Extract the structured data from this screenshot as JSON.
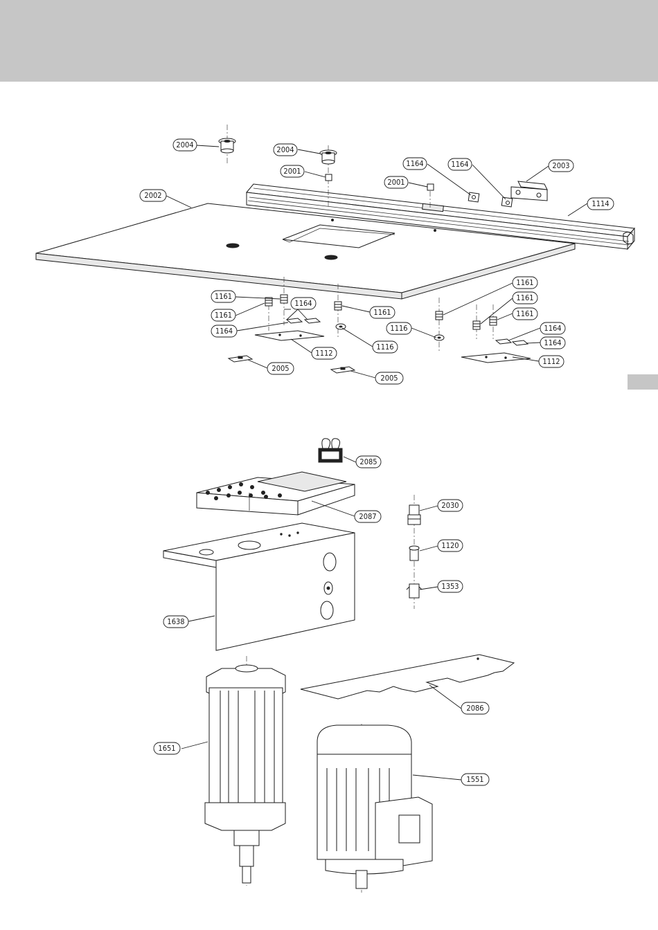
{
  "callouts": {
    "t_2004a": "2004",
    "t_2004b": "2004",
    "t_2001a": "2001",
    "t_2001b": "2001",
    "t_1164a": "1164",
    "t_1164b": "1164",
    "t_2003": "2003",
    "t_2002": "2002",
    "t_1114": "1114",
    "t_1161a": "1161",
    "t_1161b": "1161",
    "t_1161c": "1161",
    "t_1161d": "1161",
    "t_1161e": "1161",
    "t_1161f": "1161",
    "t_1164c": "1164",
    "t_1164d": "1164",
    "t_1164e": "1164",
    "t_1164f": "1164",
    "t_1116a": "1116",
    "t_1116b": "1116",
    "t_1112a": "1112",
    "t_1112b": "1112",
    "t_2005a": "2005",
    "t_2005b": "2005",
    "t_2085": "2085",
    "t_2087": "2087",
    "t_2030": "2030",
    "t_1120": "1120",
    "t_1353": "1353",
    "t_1638": "1638",
    "t_2086": "2086",
    "t_1651": "1651",
    "t_1551": "1551"
  },
  "colors": {
    "header_bar": "#c6c6c6",
    "side_tab": "#c6c6c6",
    "line": "#1a1a1a"
  }
}
